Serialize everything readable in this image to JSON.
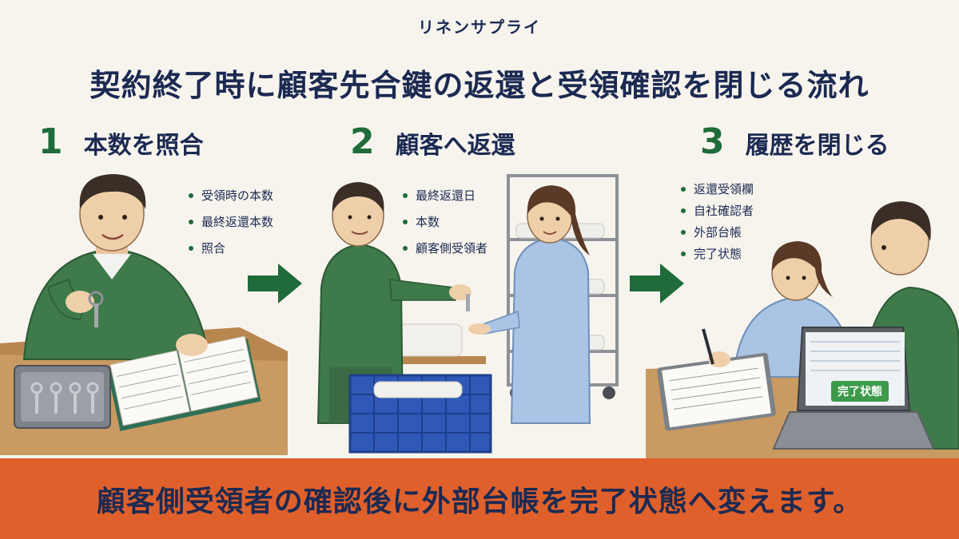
{
  "header": {
    "company": "リネンサプライ",
    "title": "契約終了時に顧客先合鍵の返還と受領確認を閉じる流れ"
  },
  "steps": [
    {
      "number": "1",
      "label": "本数を照合",
      "bullets": [
        "受領時の本数",
        "最終返還本数",
        "照合"
      ]
    },
    {
      "number": "2",
      "label": "顧客へ返還",
      "bullets": [
        "最終返還日",
        "本数",
        "顧客側受領者"
      ]
    },
    {
      "number": "3",
      "label": "履歴を閉じる",
      "bullets": [
        "返還受領欄",
        "自社確認者",
        "外部台帳",
        "完了状態"
      ]
    }
  ],
  "screen_badge": "完了状態",
  "footer": {
    "message": "顧客側受領者の確認後に外部台帳を完了状態へ変えます。"
  },
  "colors": {
    "accent_green": "#1f6b3a",
    "navy": "#1c2a52",
    "banner": "#e0602b",
    "background": "#f7f4ee"
  }
}
